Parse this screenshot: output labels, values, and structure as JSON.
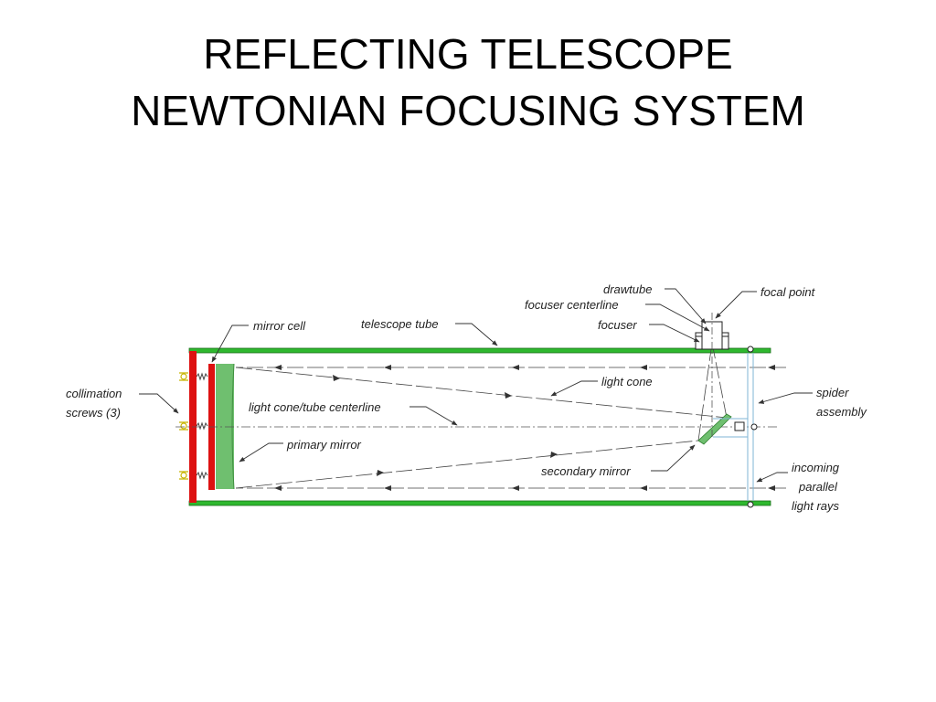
{
  "title": {
    "line1": "REFLECTING TELESCOPE",
    "line2": "NEWTONIAN FOCUSING SYSTEM"
  },
  "colors": {
    "tube": "#2eb82e",
    "cell": "#dd1111",
    "mirror": "#6fbf6f",
    "line": "#333333",
    "spring": "#c8b400"
  },
  "labels": {
    "drawtube": "drawtube",
    "focuser_centerline": "focuser centerline",
    "focuser": "focuser",
    "focal_point": "focal point",
    "mirror_cell": "mirror cell",
    "telescope_tube": "telescope tube",
    "light_cone": "light cone",
    "spider_line1": "spider",
    "spider_line2": "assembly",
    "collimation_line1": "collimation",
    "collimation_line2": "screws (3)",
    "centerline": "light cone/tube centerline",
    "primary_mirror": "primary mirror",
    "secondary_mirror": "secondary mirror",
    "incoming_line1": "incoming",
    "incoming_line2": "parallel",
    "incoming_line3": "light rays"
  }
}
